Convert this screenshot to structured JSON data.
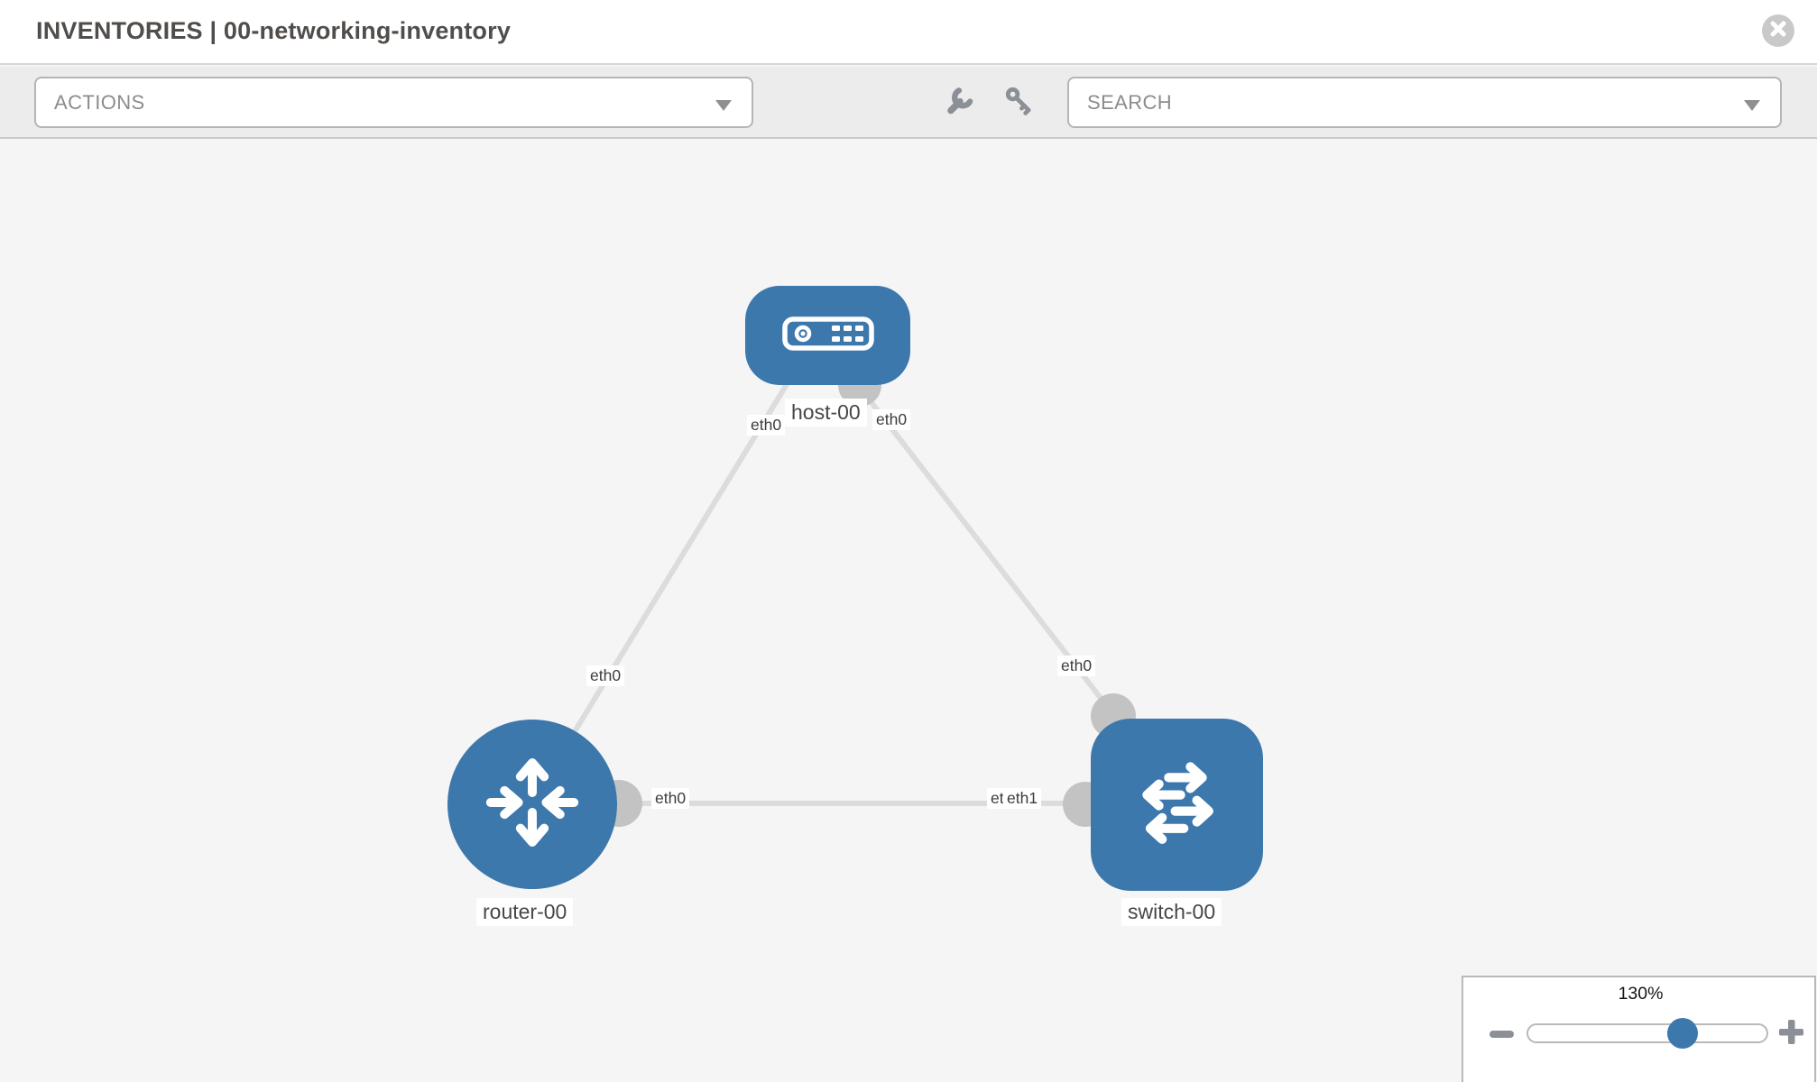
{
  "header": {
    "title": "INVENTORIES | 00-networking-inventory",
    "close_icon": "circle-x-icon"
  },
  "toolbar": {
    "actions": {
      "label": "ACTIONS"
    },
    "search": {
      "label": "SEARCH"
    },
    "tools": [
      {
        "icon": "wrench-icon"
      },
      {
        "icon": "key-icon"
      }
    ]
  },
  "canvas": {
    "nodes": [
      {
        "id": "host-00",
        "label": "host-00",
        "type": "host",
        "icon": "server-icon"
      },
      {
        "id": "router-00",
        "label": "router-00",
        "type": "router",
        "icon": "router-arrows-icon"
      },
      {
        "id": "switch-00",
        "label": "switch-00",
        "type": "switch",
        "icon": "switch-arrows-icon"
      }
    ],
    "interface_labels": {
      "host_left": "eth0",
      "host_right": "eth0",
      "router_top": "eth0",
      "router_right": "eth0",
      "switch_top": "eth0",
      "switch_left_hidden": "eth0",
      "switch_left": "eth1"
    },
    "links": [
      {
        "from": "host-00",
        "from_interface": "eth0",
        "to": "router-00",
        "to_interface": "eth0"
      },
      {
        "from": "host-00",
        "from_interface": "eth0",
        "to": "switch-00",
        "to_interface": "eth0"
      },
      {
        "from": "router-00",
        "from_interface": "eth0",
        "to": "switch-00",
        "to_interface": "eth1"
      }
    ]
  },
  "zoom_panel": {
    "value": "130%",
    "minus_icon": "minus-icon",
    "plus_icon": "plus-icon"
  },
  "colors": {
    "node_blue": "#3d78ad",
    "link_gray": "#dcdcdc",
    "port_gray": "#c3c3c3",
    "toolbar_bg": "#ececec",
    "canvas_bg": "#f5f5f6",
    "icon_gray": "#8a9096"
  }
}
